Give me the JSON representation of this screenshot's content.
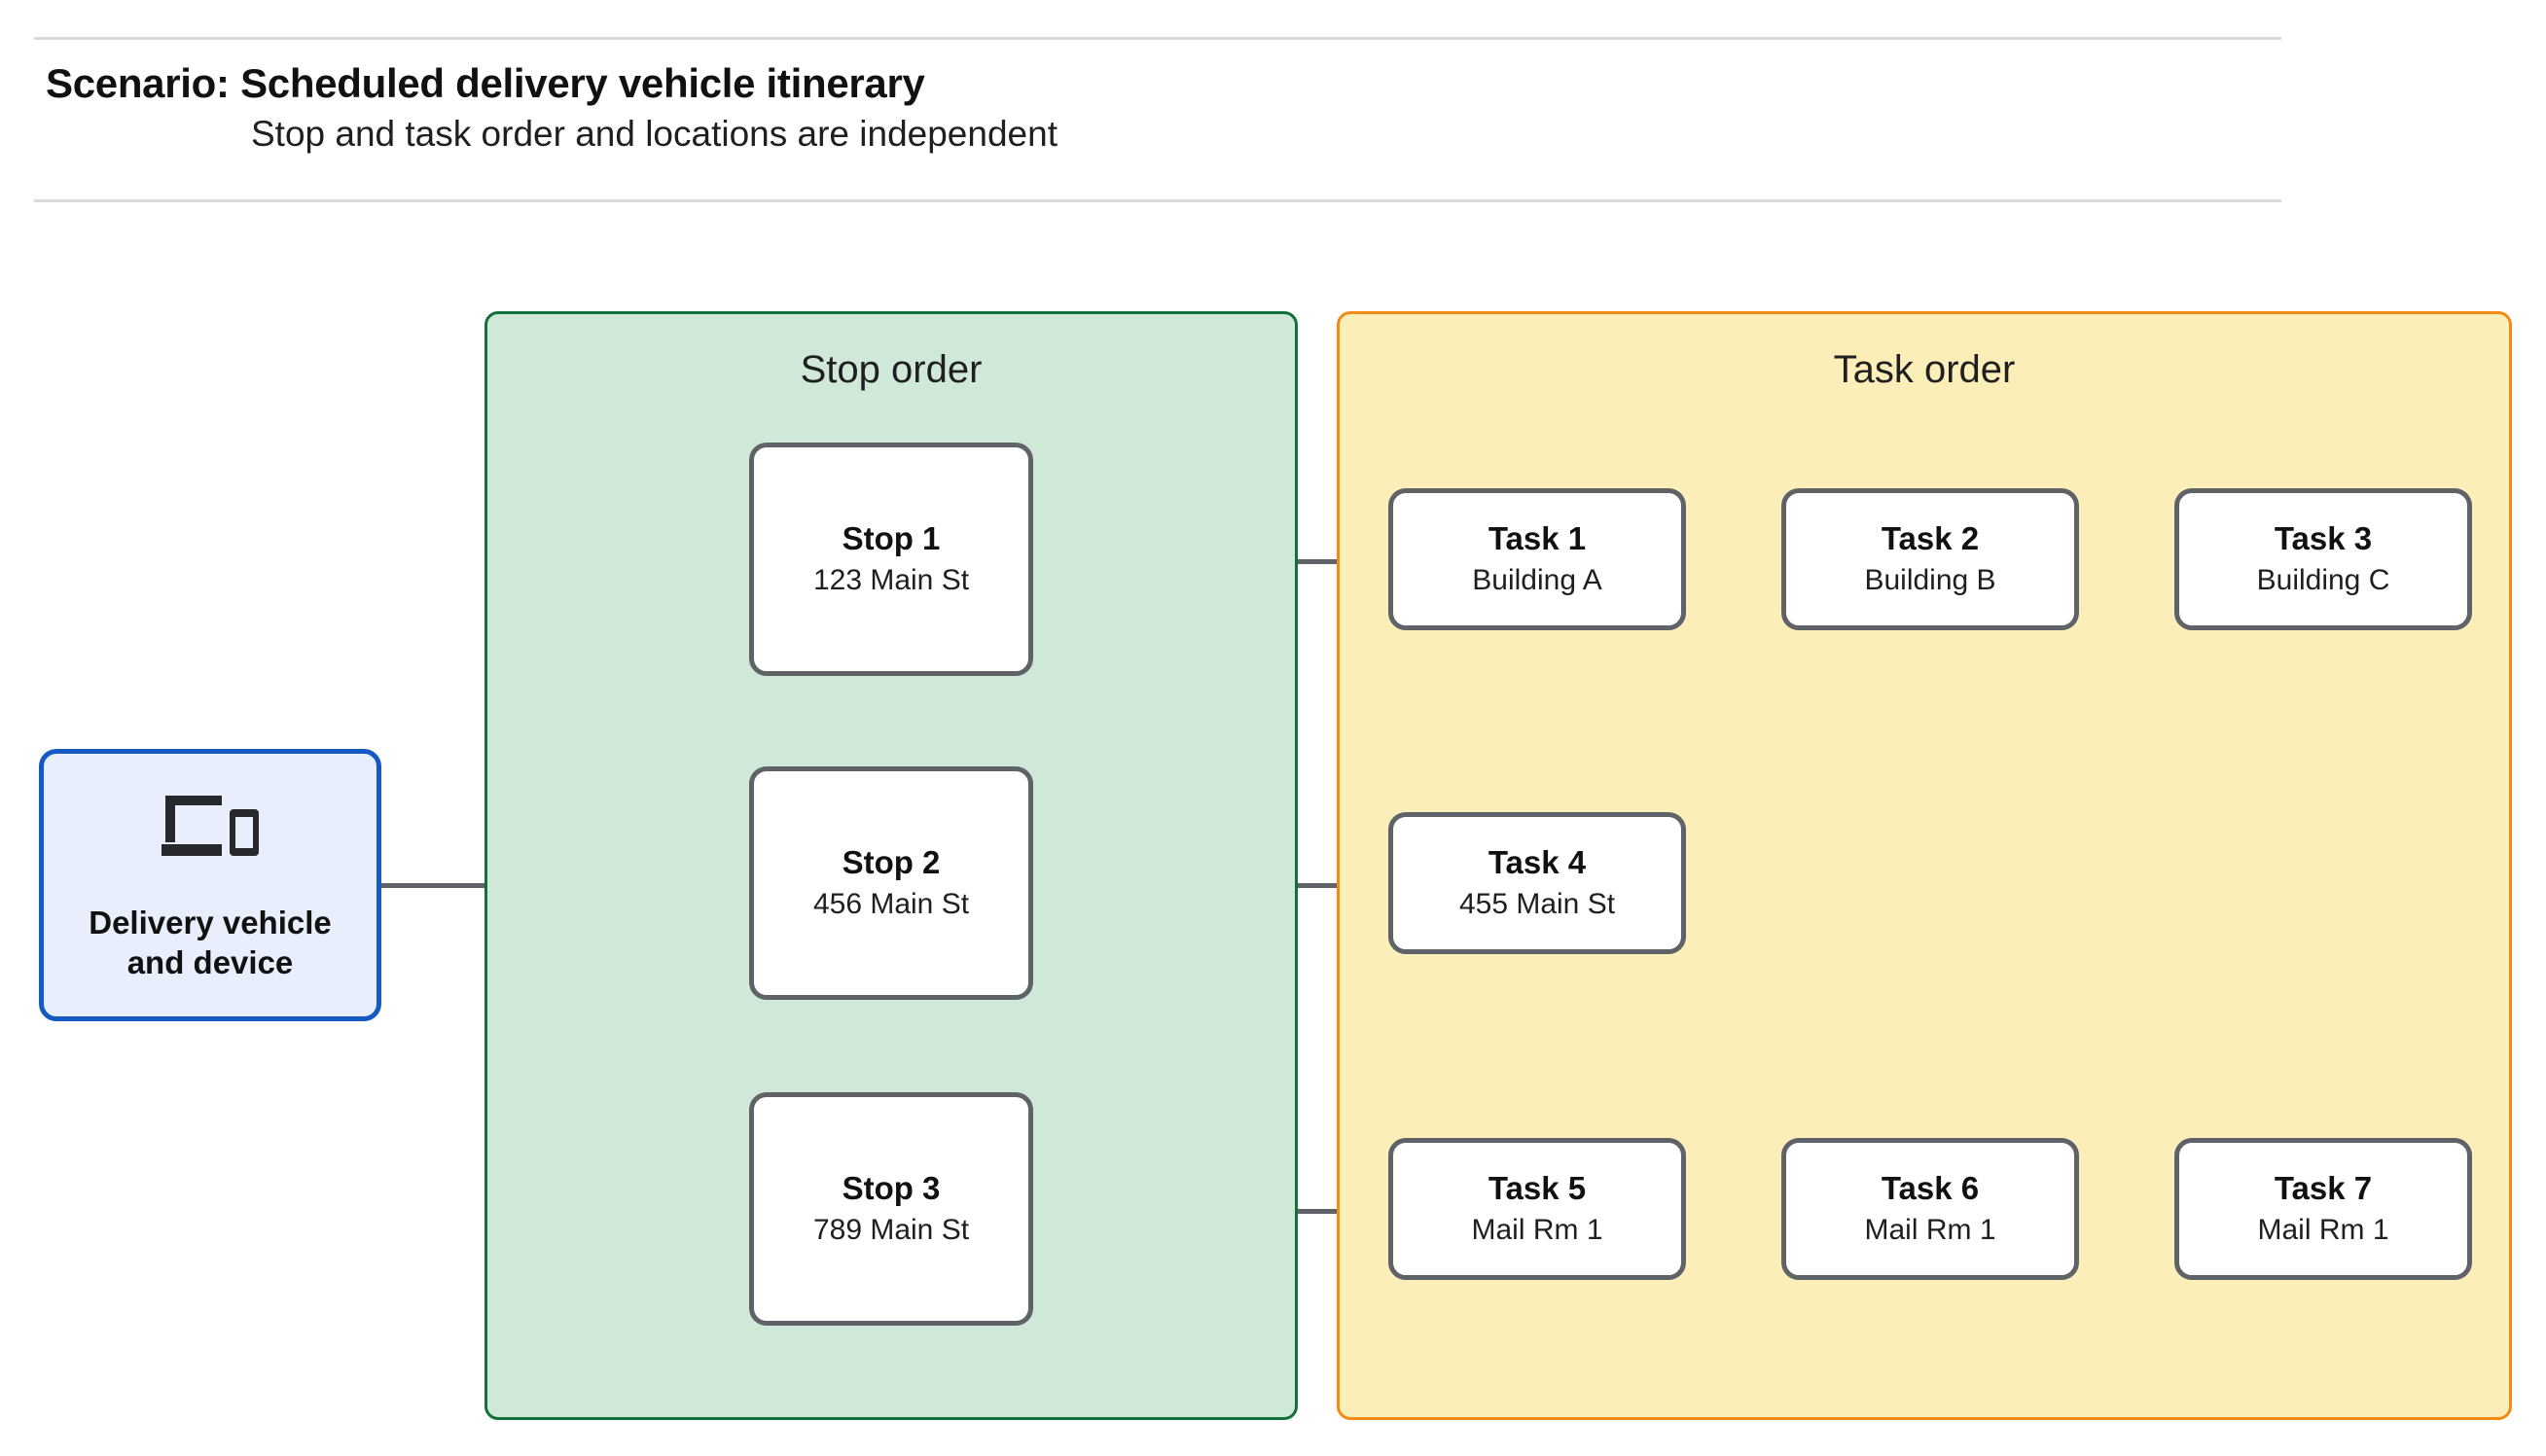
{
  "header": {
    "title": "Scenario: Scheduled delivery vehicle itinerary",
    "subtitle": "Stop and task order and locations are independent"
  },
  "vehicle": {
    "icon": "devices-icon",
    "label_line1": "Delivery vehicle",
    "label_line2": "and device"
  },
  "panels": {
    "stop": {
      "title": "Stop order",
      "fill": "#cfe8d8",
      "border": "#12703a"
    },
    "task": {
      "title": "Task order",
      "fill": "#fceeb8",
      "border": "#f28b15"
    }
  },
  "stops": [
    {
      "title": "Stop 1",
      "location": "123 Main St"
    },
    {
      "title": "Stop 2",
      "location": "456 Main St"
    },
    {
      "title": "Stop 3",
      "location": "789 Main St"
    }
  ],
  "task_rows": [
    [
      {
        "title": "Task 1",
        "location": "Building A"
      },
      {
        "title": "Task 2",
        "location": "Building B"
      },
      {
        "title": "Task 3",
        "location": "Building C"
      }
    ],
    [
      {
        "title": "Task 4",
        "location": "455 Main St"
      }
    ],
    [
      {
        "title": "Task 5",
        "location": "Mail Rm 1"
      },
      {
        "title": "Task 6",
        "location": "Mail Rm 1"
      },
      {
        "title": "Task 7",
        "location": "Mail Rm 1"
      }
    ]
  ],
  "colors": {
    "connector": "#5f6368",
    "node_border": "#5f6368",
    "vehicle_fill": "#e8eefc",
    "vehicle_border": "#1559c2",
    "divider": "#d9d9d9"
  }
}
